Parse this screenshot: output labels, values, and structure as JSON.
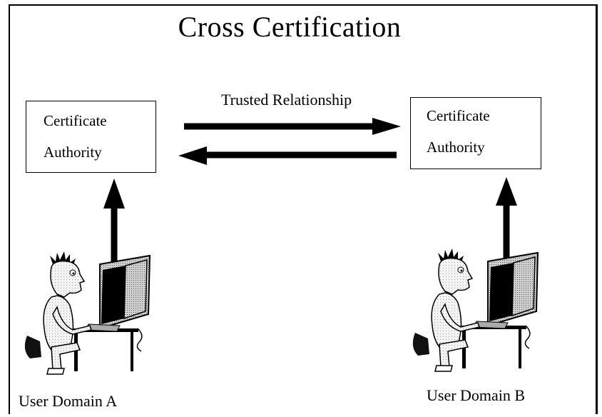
{
  "diagram": {
    "title": "Cross Certification",
    "relationship_label": "Trusted Relationship",
    "nodes": [
      {
        "id": "ca_a",
        "line1": "Certificate",
        "line2": "Authority"
      },
      {
        "id": "ca_b",
        "line1": "Certificate",
        "line2": "Authority"
      }
    ],
    "domains": [
      {
        "id": "domain_a",
        "label": "User Domain A"
      },
      {
        "id": "domain_b",
        "label": "User Domain B"
      }
    ],
    "edges": [
      {
        "from": "ca_a",
        "to": "ca_b",
        "label": "Trusted Relationship"
      },
      {
        "from": "ca_b",
        "to": "ca_a"
      },
      {
        "from": "domain_a",
        "to": "ca_a"
      },
      {
        "from": "domain_b",
        "to": "ca_b"
      }
    ]
  },
  "icons": [
    "user-at-computer-icon",
    "user-at-computer-icon"
  ]
}
